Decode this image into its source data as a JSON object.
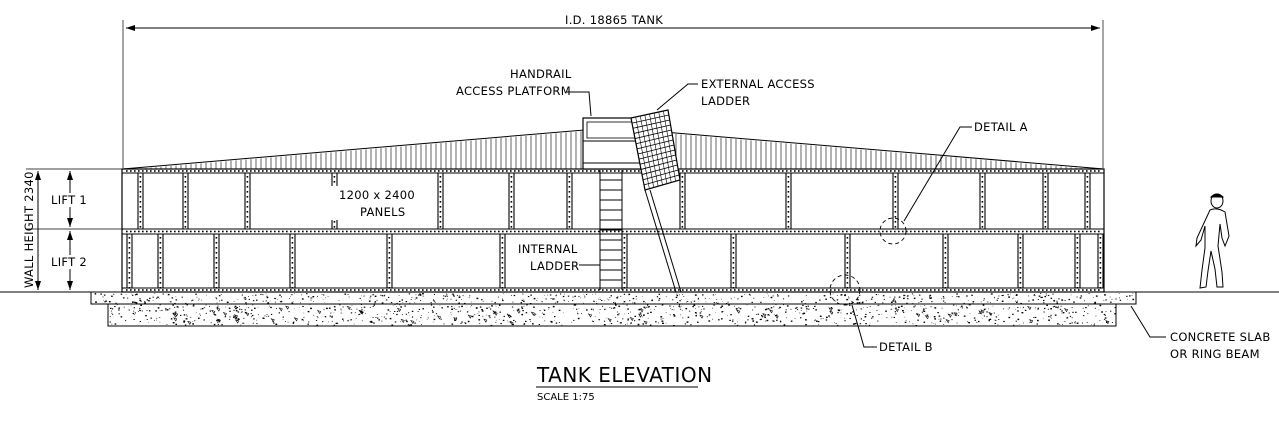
{
  "drawing": {
    "dimension_label": "I.D. 18865 TANK",
    "wall_height_label": "WALL HEIGHT 2340",
    "lift1_label": "LIFT 1",
    "lift2_label": "LIFT 2",
    "handrail_line1": "HANDRAIL",
    "handrail_line2": "ACCESS PLATFORM",
    "ext_ladder_line1": "EXTERNAL ACCESS",
    "ext_ladder_line2": "LADDER",
    "detail_a": "DETAIL A",
    "panels_line1": "1200 x 2400",
    "panels_line2": "PANELS",
    "int_ladder_line1": "INTERNAL",
    "int_ladder_line2": "LADDER",
    "detail_b": "DETAIL B",
    "slab_line1": "CONCRETE SLAB",
    "slab_line2": "OR RING BEAM",
    "title": "TANK ELEVATION",
    "scale": "SCALE 1:75"
  }
}
